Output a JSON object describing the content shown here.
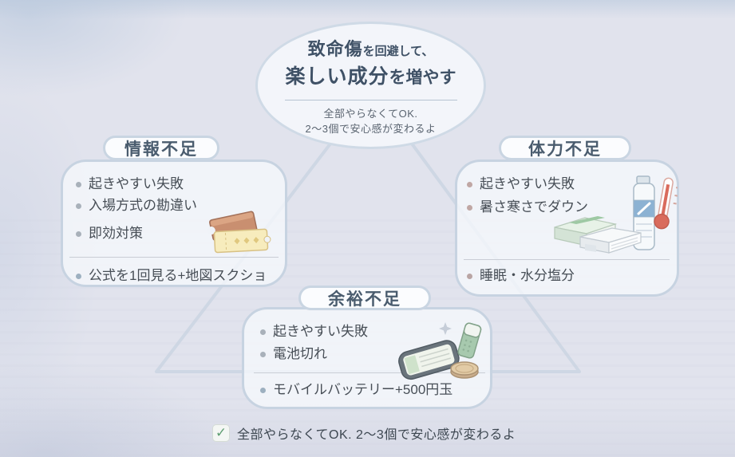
{
  "bubble": {
    "title1_strong": "致命傷",
    "title1_rest": "を回避して、",
    "title2_strong": "楽しい成分",
    "title2_rest": "を増やす",
    "note_line1": "全部やらなくてOK.",
    "note_line2": "2〜3個で安心感が変わるよ"
  },
  "panels": [
    {
      "title": "情報不足",
      "bullets": [
        "起きやすい失敗",
        "入場方式の勘違い",
        "即効対策"
      ],
      "remedy": "公式を1回見る+地図スクショ",
      "icon": "tickets-icon"
    },
    {
      "title": "体力不足",
      "bullets": [
        "起きやすい失敗",
        "暑さ寒さでダウン"
      ],
      "remedy": "睡眠・水分塩分",
      "icons": [
        "wipes-pack-icon",
        "water-bottle-icon",
        "thermometer-icon"
      ]
    },
    {
      "title": "余裕不足",
      "bullets": [
        "起きやすい失敗",
        "電池切れ"
      ],
      "remedy": "モバイルバッテリー+500円玉",
      "icons": [
        "smartphone-icon",
        "power-bank-icon",
        "coin-icon",
        "sparkle-icon"
      ]
    }
  ],
  "footer": {
    "check": "✓",
    "text": "全部やらなくてOK. 2〜3個で安心感が変わるよ"
  },
  "colors": {
    "background": "#e1e3ed",
    "panel_border": "#c7d3e1",
    "heading_text": "#4a5c6e",
    "body_text": "#474e56",
    "check_green": "#5f9e72",
    "triangle_line": "#ccd5e2",
    "stamina_bullet": "#c0a7a4"
  }
}
